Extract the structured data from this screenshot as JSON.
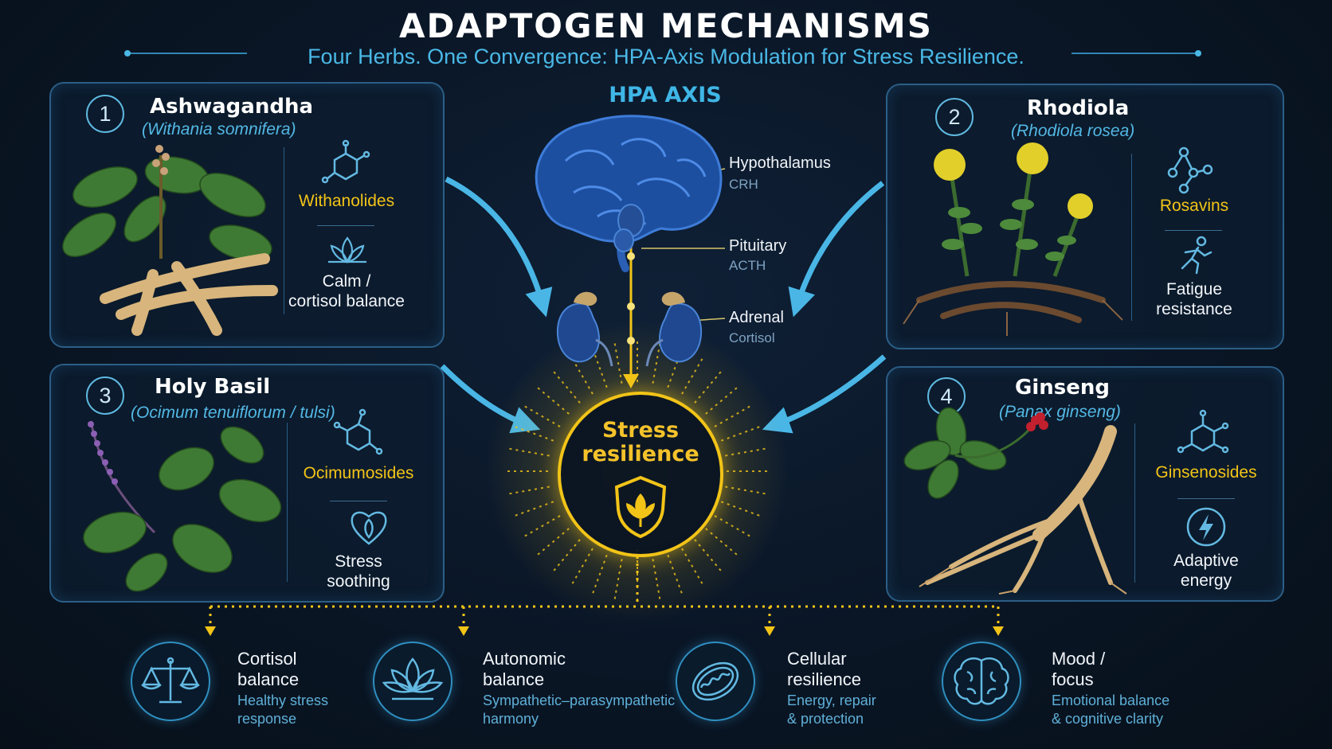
{
  "header": {
    "title": "ADAPTOGEN MECHANISMS",
    "subtitle": "Four Herbs. One Convergence: HPA-Axis Modulation for Stress Resilience."
  },
  "hpa": {
    "title": "HPA AXIS",
    "organs": [
      {
        "name": "Hypothalamus",
        "hormone": "CRH"
      },
      {
        "name": "Pituitary",
        "hormone": "ACTH"
      },
      {
        "name": "Adrenal",
        "hormone": "Cortisol"
      }
    ]
  },
  "herbs": [
    {
      "number": "1",
      "name": "Ashwagandha",
      "scientific": "(Withania somnifera)",
      "compound": "Withanolides",
      "effect_line1": "Calm /",
      "effect_line2": "cortisol balance",
      "effect_icon": "lotus-icon"
    },
    {
      "number": "2",
      "name": "Rhodiola",
      "scientific": "(Rhodiola rosea)",
      "compound": "Rosavins",
      "effect_line1": "Fatigue",
      "effect_line2": "resistance",
      "effect_icon": "running-figure-icon"
    },
    {
      "number": "3",
      "name": "Holy Basil",
      "scientific": "(Ocimum tenuiflorum / tulsi)",
      "compound": "Ocimumosides",
      "effect_line1": "Stress",
      "effect_line2": "soothing",
      "effect_icon": "heart-leaf-icon"
    },
    {
      "number": "4",
      "name": "Ginseng",
      "scientific": "(Panax ginseng)",
      "compound": "Ginsenosides",
      "effect_line1": "Adaptive",
      "effect_line2": "energy",
      "effect_icon": "lightning-icon"
    }
  ],
  "center": {
    "line1": "Stress",
    "line2": "resilience",
    "icon": "shield-leaf-icon"
  },
  "outcomes": [
    {
      "title1": "Cortisol",
      "title2": "balance",
      "sub1": "Healthy stress",
      "sub2": "response",
      "icon": "scales-icon"
    },
    {
      "title1": "Autonomic",
      "title2": "balance",
      "sub1": "Sympathetic–parasympathetic",
      "sub2": "harmony",
      "icon": "lotus-icon"
    },
    {
      "title1": "Cellular",
      "title2": "resilience",
      "sub1": "Energy, repair",
      "sub2": "& protection",
      "icon": "mitochondria-icon"
    },
    {
      "title1": "Mood /",
      "title2": "focus",
      "sub1": "Emotional balance",
      "sub2": "& cognitive clarity",
      "icon": "brain-icon"
    }
  ],
  "colors": {
    "accent_blue": "#3fb6e6",
    "gold": "#f2c418",
    "panel_border": "#2b5e86",
    "background": "#0a1626"
  }
}
